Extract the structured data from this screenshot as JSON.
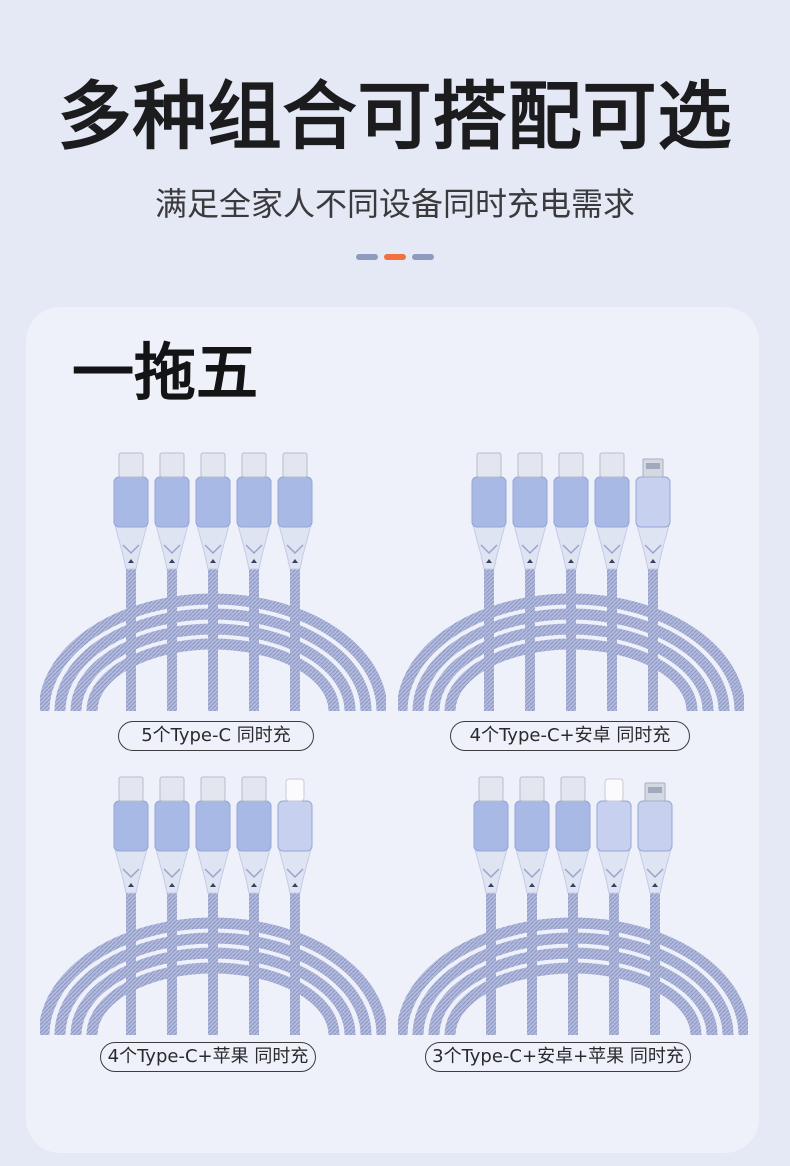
{
  "header": {
    "title": "多种组合可搭配可选",
    "subtitle": "满足全家人不同设备同时充电需求"
  },
  "colors": {
    "background": "#e4e9f5",
    "card": "#eef1fa",
    "dot_muted": "#8e9bbf",
    "dot_accent": "#f07040",
    "connector_body": "#a9b9e6",
    "cable": "#a9b3d8"
  },
  "section": {
    "title": "一拖五"
  },
  "variants": [
    {
      "caption": "5个Type-C 同时充",
      "connectors": [
        "type-c",
        "type-c",
        "type-c",
        "type-c",
        "type-c"
      ]
    },
    {
      "caption": "4个Type-C+安卓 同时充",
      "connectors": [
        "type-c",
        "type-c",
        "type-c",
        "type-c",
        "micro-usb"
      ]
    },
    {
      "caption": "4个Type-C+苹果 同时充",
      "connectors": [
        "type-c",
        "type-c",
        "type-c",
        "type-c",
        "lightning"
      ]
    },
    {
      "caption": "3个Type-C+安卓+苹果 同时充",
      "connectors": [
        "type-c",
        "type-c",
        "type-c",
        "lightning",
        "micro-usb"
      ]
    }
  ]
}
